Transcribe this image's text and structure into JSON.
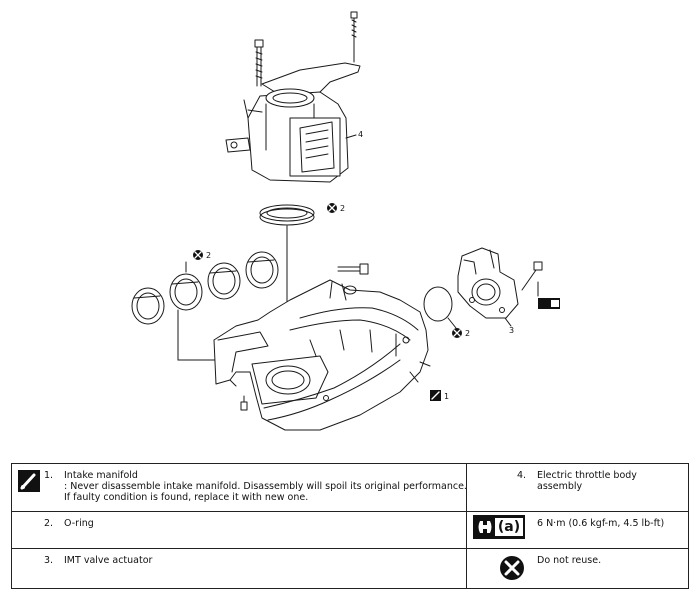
{
  "diagram": {
    "callouts": [
      "4",
      "2",
      "2",
      "3",
      "2",
      "1"
    ]
  },
  "legend": {
    "rows": [
      {
        "left": {
          "number": "1.",
          "icon": "hand-reference-icon",
          "lines": [
            "Intake manifold",
            ": Never disassemble intake manifold. Disassembly will spoil its original performance.",
            "If faulty condition is found, replace it with new one."
          ]
        },
        "right": {
          "number": "4.",
          "text": "Electric throttle body assembly"
        }
      },
      {
        "left": {
          "number": "2.",
          "text": "O-ring"
        },
        "right": {
          "icon": "torque-wrench-icon",
          "icon_label": "(a)",
          "text": "6 N·m (0.6 kgf-m, 4.5 lb-ft)"
        }
      },
      {
        "left": {
          "number": "3.",
          "text": "IMT valve actuator"
        },
        "right": {
          "icon": "do-not-reuse-icon",
          "text": "Do not reuse."
        }
      }
    ]
  }
}
